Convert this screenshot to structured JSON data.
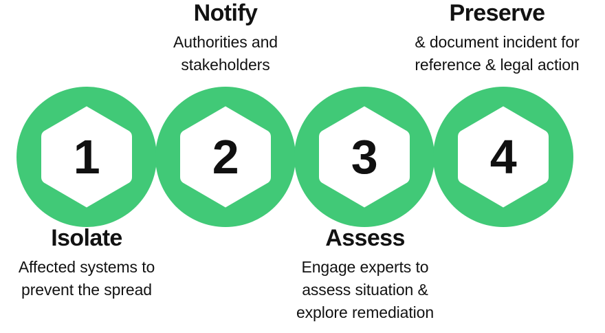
{
  "graphic": {
    "accent_color": "#41c977",
    "text_color": "#121212",
    "badge_fill": "#ffffff"
  },
  "steps": [
    {
      "number": "1",
      "title": "Isolate",
      "position": "below",
      "description_lines": [
        "Affected systems to",
        "prevent the spread"
      ]
    },
    {
      "number": "2",
      "title": "Notify",
      "position": "above",
      "description_lines": [
        "Authorities and",
        "stakeholders"
      ]
    },
    {
      "number": "3",
      "title": "Assess",
      "position": "below",
      "description_lines": [
        "Engage experts to",
        "assess situation &",
        "explore remediation"
      ]
    },
    {
      "number": "4",
      "title": "Preserve",
      "position": "above",
      "description_lines": [
        "& document incident for",
        "reference & legal action"
      ]
    }
  ]
}
